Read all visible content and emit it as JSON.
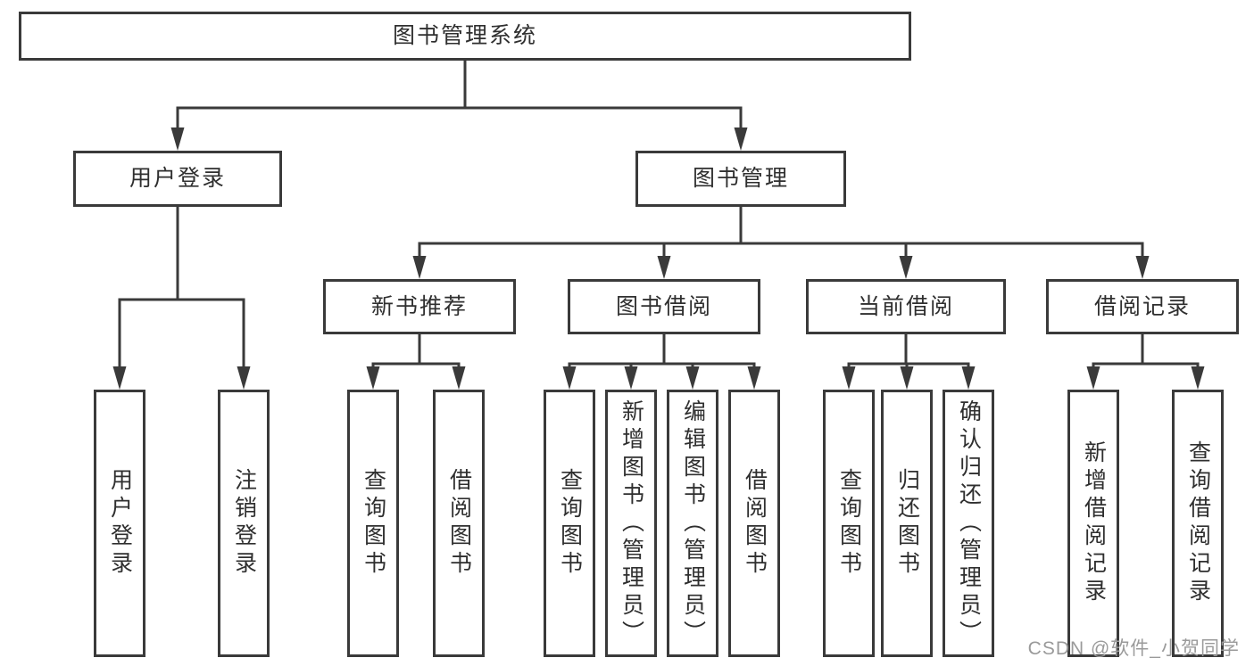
{
  "diagram": {
    "root": "图书管理系统",
    "branches": [
      {
        "label": "用户登录",
        "children": [
          "用户登录",
          "注销登录"
        ]
      },
      {
        "label": "图书管理",
        "children": [
          {
            "label": "新书推荐",
            "children": [
              "查询图书",
              "借阅图书"
            ]
          },
          {
            "label": "图书借阅",
            "children": [
              "查询图书",
              "新增图书（管理员）",
              "编辑图书（管理员）",
              "借阅图书"
            ]
          },
          {
            "label": "当前借阅",
            "children": [
              "查询图书",
              "归还图书",
              "确认归还（管理员）"
            ]
          },
          {
            "label": "借阅记录",
            "children": [
              "新增借阅记录",
              "查询借阅记录"
            ]
          }
        ]
      }
    ]
  },
  "watermark": "CSDN @软件_小贺同学",
  "colors": {
    "line": "#3a3a3a",
    "box_border": "#3a3a3a",
    "text": "#2f2f2f",
    "watermark": "#9a9a9a",
    "background": "#ffffff"
  }
}
